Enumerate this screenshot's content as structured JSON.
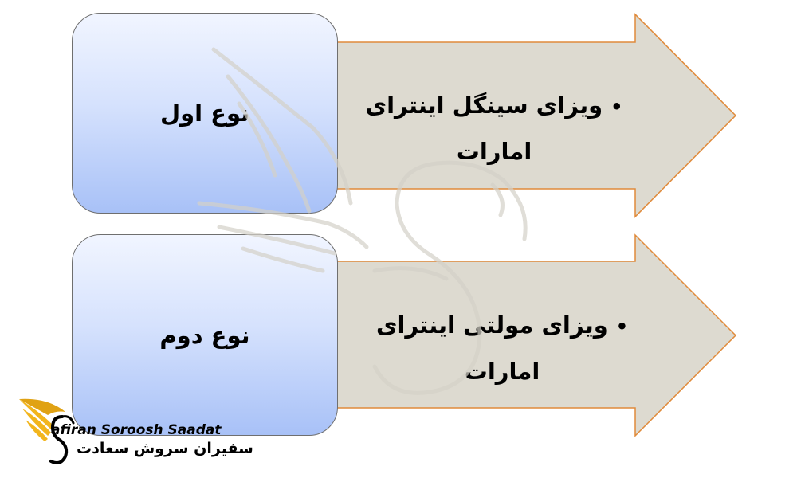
{
  "diagram": {
    "rows": [
      {
        "title": "نوع اول",
        "items": [
          "ویزای سینگل اینترای امارات"
        ]
      },
      {
        "title": "نوع دوم",
        "items": [
          "ویزای مولتی اینترای امارات"
        ]
      }
    ],
    "bullet_symbol": "•",
    "colors": {
      "arrow_fill": "#dddad0",
      "arrow_stroke": "#e08a3a",
      "box_top": "#f1f5ff",
      "box_bottom": "#a8c1f7",
      "box_border": "#6f6f6f",
      "watermark": "#c9c6bd",
      "logo_gold": "#f2b51d"
    }
  },
  "logo": {
    "latin": "afiran Soroosh Saadat",
    "persian": "سفیران سروش سعادت"
  }
}
